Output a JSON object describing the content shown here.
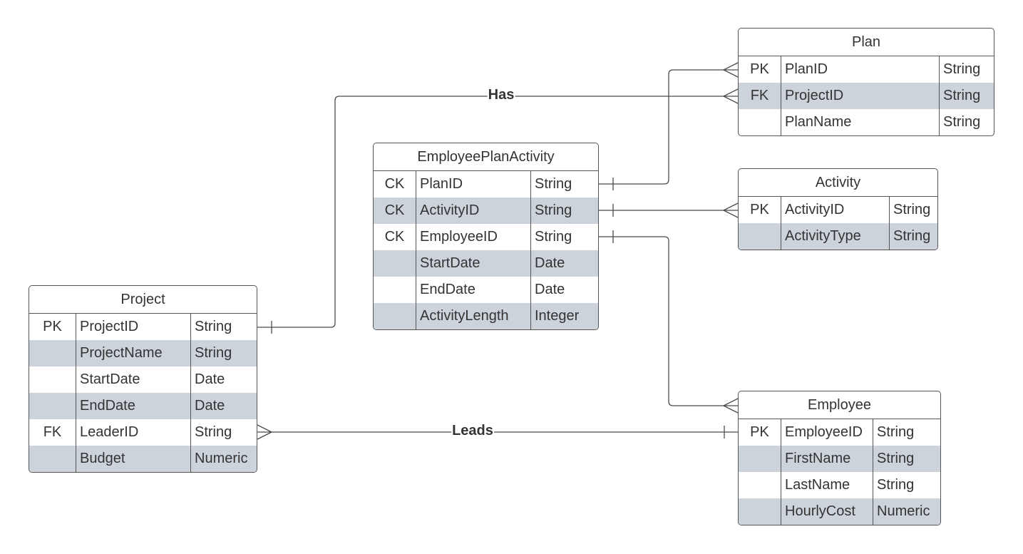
{
  "relationships": {
    "has_label": "Has",
    "leads_label": "Leads"
  },
  "entities": [
    {
      "id": "plan",
      "title": "Plan",
      "rows": [
        {
          "key": "PK",
          "name": "PlanID",
          "type": "String"
        },
        {
          "key": "FK",
          "name": "ProjectID",
          "type": "String"
        },
        {
          "key": "",
          "name": "PlanName",
          "type": "String"
        }
      ]
    },
    {
      "id": "employeeplanactivity",
      "title": "EmployeePlanActivity",
      "rows": [
        {
          "key": "CK",
          "name": "PlanID",
          "type": "String"
        },
        {
          "key": "CK",
          "name": "ActivityID",
          "type": "String"
        },
        {
          "key": "CK",
          "name": "EmployeeID",
          "type": "String"
        },
        {
          "key": "",
          "name": "StartDate",
          "type": "Date"
        },
        {
          "key": "",
          "name": "EndDate",
          "type": "Date"
        },
        {
          "key": "",
          "name": "ActivityLength",
          "type": "Integer"
        }
      ]
    },
    {
      "id": "activity",
      "title": "Activity",
      "rows": [
        {
          "key": "PK",
          "name": "ActivityID",
          "type": "String"
        },
        {
          "key": "",
          "name": "ActivityType",
          "type": "String"
        }
      ]
    },
    {
      "id": "project",
      "title": "Project",
      "rows": [
        {
          "key": "PK",
          "name": "ProjectID",
          "type": "String"
        },
        {
          "key": "",
          "name": "ProjectName",
          "type": "String"
        },
        {
          "key": "",
          "name": "StartDate",
          "type": "Date"
        },
        {
          "key": "",
          "name": "EndDate",
          "type": "Date"
        },
        {
          "key": "FK",
          "name": "LeaderID",
          "type": "String"
        },
        {
          "key": "",
          "name": "Budget",
          "type": "Numeric"
        }
      ]
    },
    {
      "id": "employee",
      "title": "Employee",
      "rows": [
        {
          "key": "PK",
          "name": "EmployeeID",
          "type": "String"
        },
        {
          "key": "",
          "name": "FirstName",
          "type": "String"
        },
        {
          "key": "",
          "name": "LastName",
          "type": "String"
        },
        {
          "key": "",
          "name": "HourlyCost",
          "type": "Numeric"
        }
      ]
    }
  ]
}
